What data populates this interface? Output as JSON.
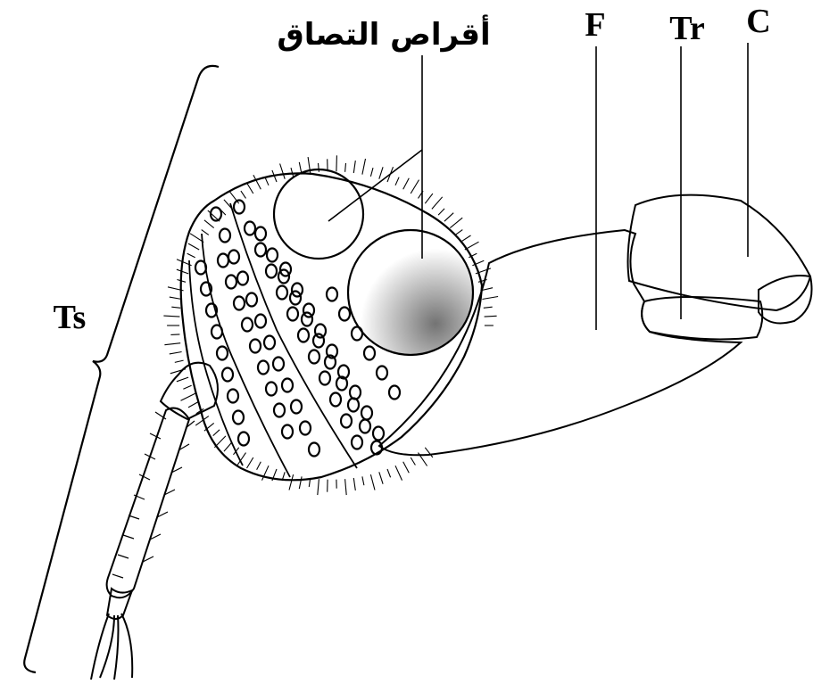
{
  "labels": {
    "adhesive_discs": "أقراص التصاق",
    "femur": "F",
    "trochanter": "Tr",
    "coxa": "C",
    "tarsus": "Ts"
  }
}
